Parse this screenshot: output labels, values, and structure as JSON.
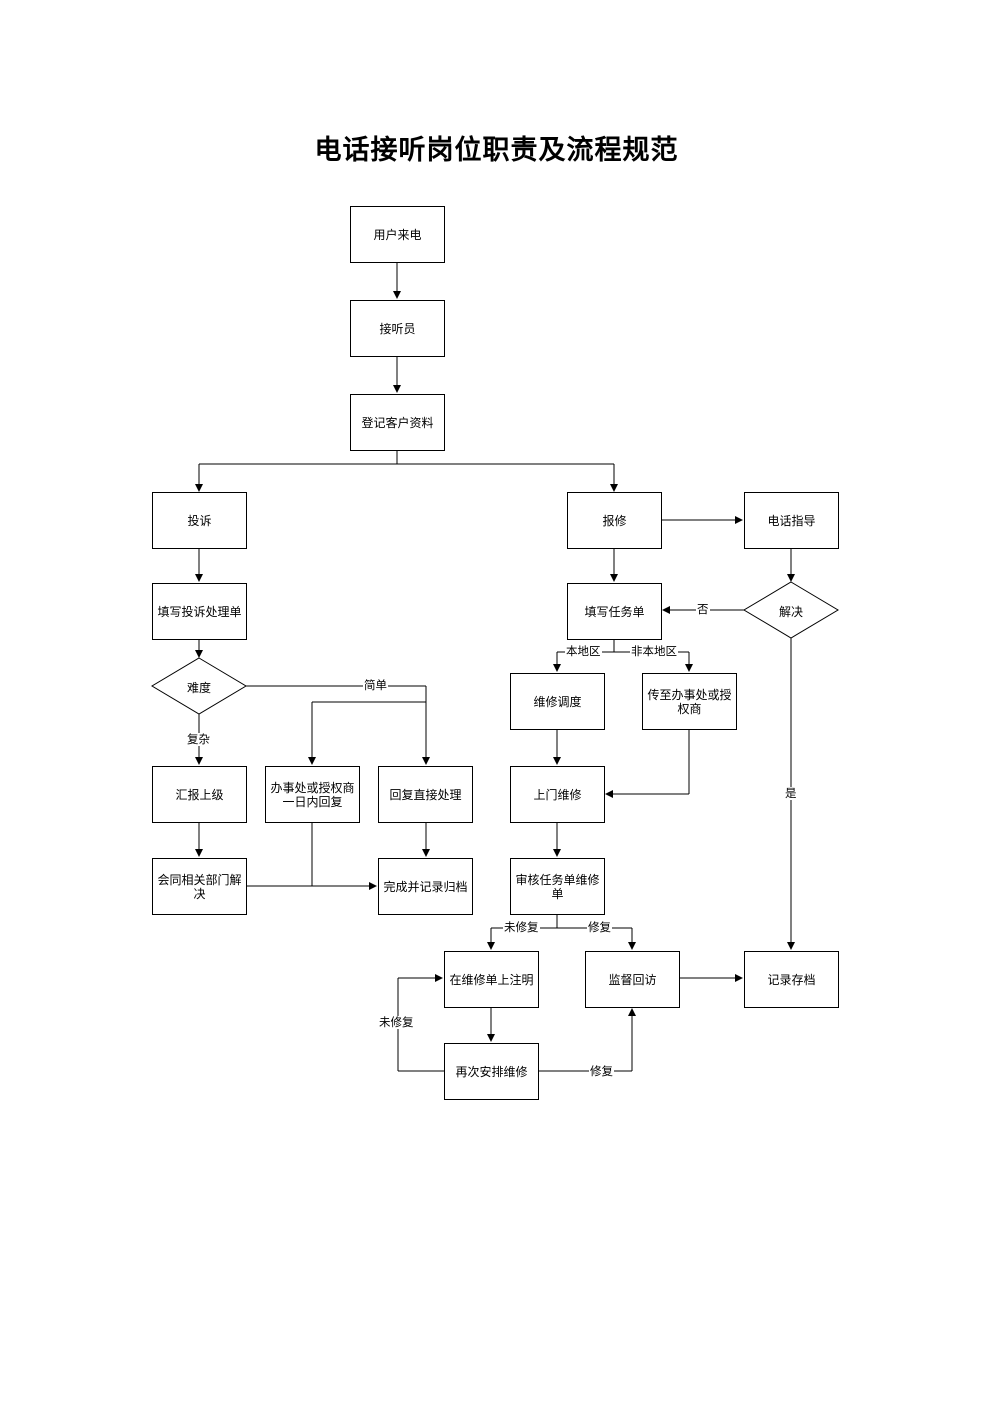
{
  "title": "电话接听岗位职责及流程规范",
  "nodes": {
    "user_call": "用户来电",
    "operator": "接听员",
    "register": "登记客户资料",
    "complaint": "投诉",
    "complaint_form": "填写投诉处理单",
    "difficulty": "难度",
    "report_superior": "汇报上级",
    "office_reply": "办事处或授权商一日内回复",
    "direct_reply": "回复直接处理",
    "joint_resolve": "会同相关部门解决",
    "complete_archive": "完成并记录归档",
    "repair": "报修",
    "phone_guide": "电话指导",
    "resolved": "解决",
    "task_form": "填写任务单",
    "repair_dispatch": "维修调度",
    "forward_office": "传至办事处或授权商",
    "onsite_repair": "上门维修",
    "review_task": "审核任务单维修单",
    "note_on_form": "在维修单上注明",
    "supervise_visit": "监督回访",
    "record_archive": "记录存档",
    "rearrange": "再次安排维修"
  },
  "labels": {
    "simple": "简单",
    "complex": "复杂",
    "local": "本地区",
    "nonlocal": "非本地区",
    "no": "否",
    "yes": "是",
    "not_repaired_1": "未修复",
    "repaired_1": "修复",
    "not_repaired_2": "未修复",
    "repaired_2": "修复"
  }
}
